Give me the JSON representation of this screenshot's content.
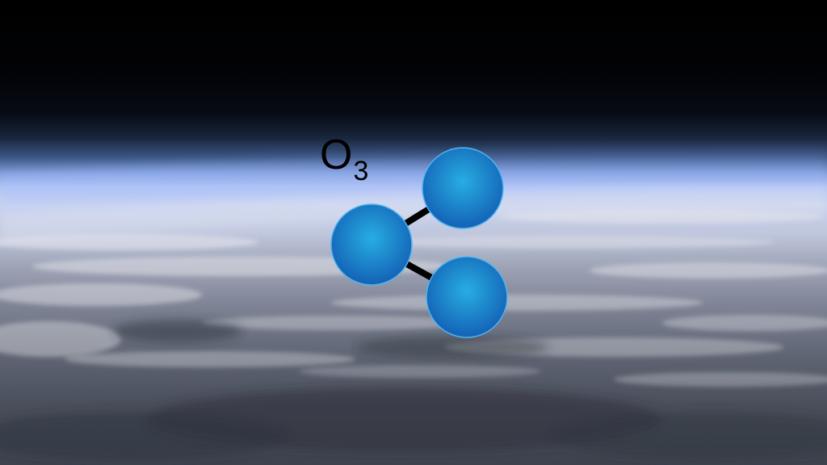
{
  "formula": {
    "element": "O",
    "subscript": "3"
  },
  "colors": {
    "atom_light": "#27aee2",
    "atom_dark": "#1565b8",
    "atom_rim": "#4fb6ee",
    "bond": "#000000",
    "formula_text": "#000000"
  },
  "molecule": {
    "atoms": 3,
    "bonds": 2,
    "shape": "bent"
  }
}
